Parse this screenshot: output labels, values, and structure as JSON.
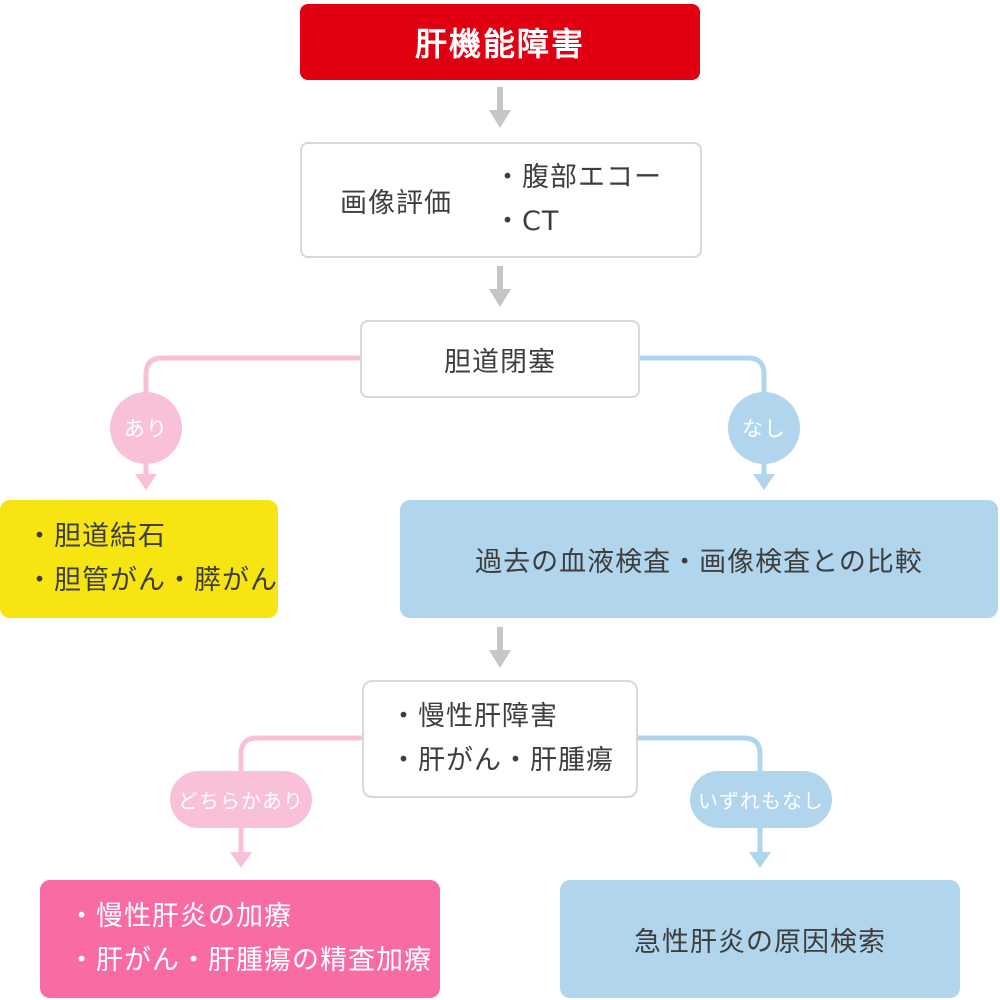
{
  "colors": {
    "start_red": "#e00012",
    "yellow": "#f7e511",
    "light_blue": "#b0d5ec",
    "light_pink": "#f8c1d9",
    "hot_pink": "#f96ba5",
    "gray_arrow": "#c6c6c6",
    "box_border": "#d8d8d8",
    "text_dark": "#3e3e3e",
    "text_white": "#ffffff"
  },
  "flowchart": {
    "start": {
      "label": "肝機能障害"
    },
    "imaging": {
      "label": "画像評価",
      "bullets": [
        "・腹部エコー",
        "・CT"
      ]
    },
    "obstruction": {
      "label": "胆道閉塞"
    },
    "branch_yes": {
      "label": "あり"
    },
    "branch_no": {
      "label": "なし"
    },
    "stones": {
      "lines": [
        "・胆道結石",
        "・胆管がん・膵がん"
      ]
    },
    "comparison": {
      "label": "過去の血液検査・画像検査との比較"
    },
    "chronic": {
      "lines": [
        "・慢性肝障害",
        "・肝がん・肝腫瘍"
      ]
    },
    "branch_either": {
      "label": "どちらかあり"
    },
    "branch_none": {
      "label": "いずれもなし"
    },
    "treatment": {
      "lines": [
        "・慢性肝炎の加療",
        "・肝がん・肝腫瘍の精査加療"
      ]
    },
    "acute": {
      "label": "急性肝炎の原因検索"
    }
  }
}
